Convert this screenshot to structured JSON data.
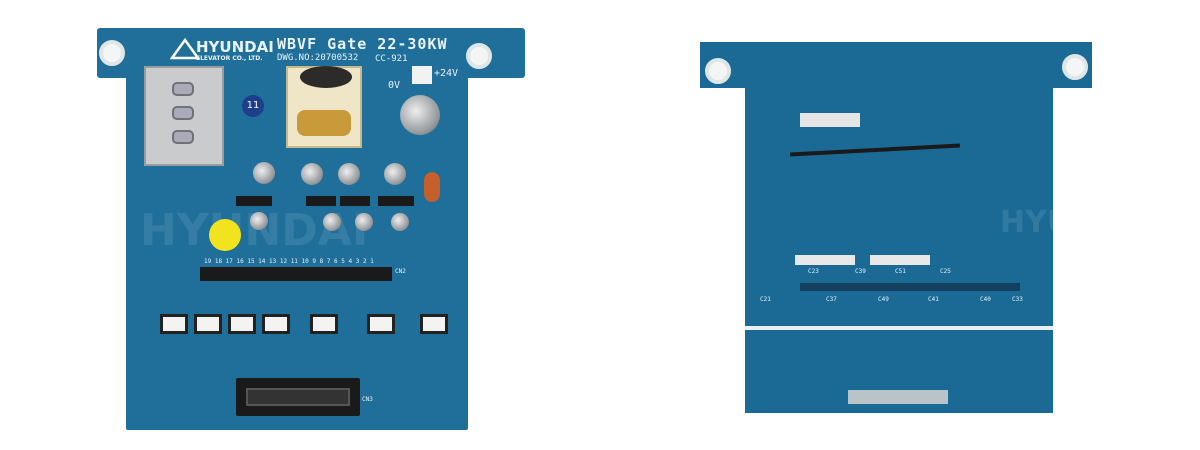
{
  "front_board": {
    "brand": "HYUNDAI",
    "brand_subtitle": "ELEVATOR CO., LTD.",
    "title": "WBVF Gate 22-30KW",
    "drawing_no": "DWG.NO:20700532",
    "code": "CC-921",
    "voltage_positive": "+24V",
    "voltage_zero": "0V",
    "badge_number": "11",
    "connector_labels": [
      "CN2",
      "CN3"
    ],
    "pin_labels": "19 18 17 16 15 14 13   12 11 10 9   8 7 6 5   4 3 2 1",
    "watermark": "HYUNDAI"
  },
  "back_board": {
    "watermark": "HYUNDAI",
    "labels": [
      "C21",
      "C37",
      "C49",
      "C41",
      "C40",
      "C33",
      "C23",
      "C39",
      "C51",
      "C25"
    ]
  }
}
